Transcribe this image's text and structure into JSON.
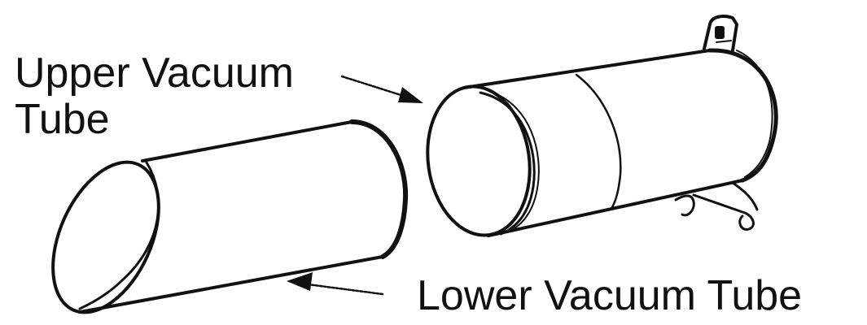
{
  "labels": {
    "upper_line1": "Upper Vacuum",
    "upper_line2": "Tube",
    "lower": "Lower Vacuum Tube"
  },
  "colors": {
    "ink": "#111111",
    "background": "#ffffff"
  }
}
